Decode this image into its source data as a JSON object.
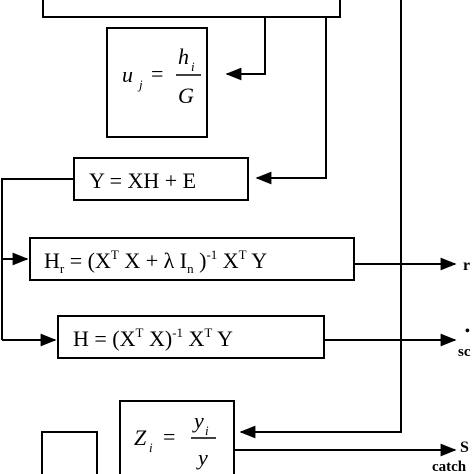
{
  "boxes": {
    "u_formula": {
      "lhs": "u",
      "sub": "j",
      "eq": "=",
      "num": "h",
      "num_sub": "i",
      "den": "G"
    },
    "y_model": {
      "text": "Y = XH + E"
    },
    "ridge": {
      "p1": "H",
      "p1_sub": "r",
      "p2": " = (X",
      "p2_sup": "T",
      "p3": " X + λ I",
      "p3_sub": "n",
      "p4": " )",
      "p4_sup": "-1",
      "p5": " X",
      "p5_sup": "T",
      "p6": " Y"
    },
    "ols": {
      "p1": "H = (X",
      "p1_sup": "T",
      "p2": " X)",
      "p2_sup": "-1",
      "p3": " X",
      "p3_sup": "T",
      "p4": " Y"
    },
    "z_formula": {
      "lhs": "Z",
      "sub": "i",
      "eq": "=",
      "num": "y",
      "num_sub": "i",
      "den": "y"
    }
  },
  "right_labels": {
    "ridge_out": "r",
    "ols_out_dot": "•",
    "ols_out_text": "sc",
    "z_out_1": "S",
    "z_out_2": "catch"
  }
}
